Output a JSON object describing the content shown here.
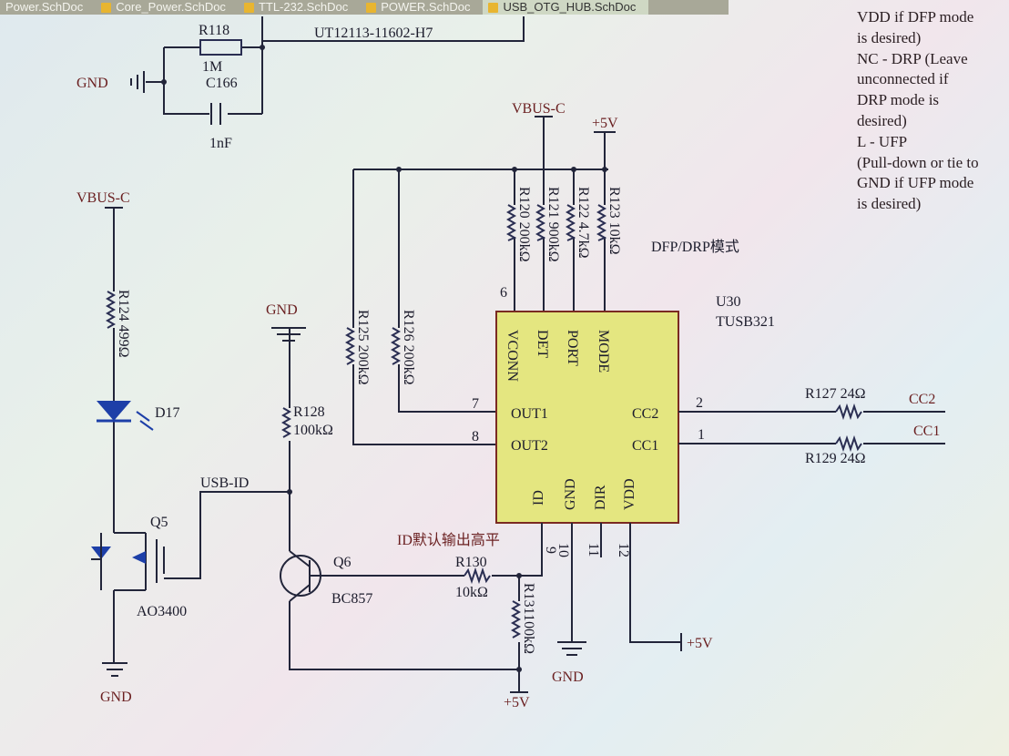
{
  "tabs": [
    {
      "label": "Power.SchDoc",
      "active": false
    },
    {
      "label": "Core_Power.SchDoc",
      "active": false
    },
    {
      "label": "TTL-232.SchDoc",
      "active": false
    },
    {
      "label": "POWER.SchDoc",
      "active": false
    },
    {
      "label": "USB_OTG_HUB.SchDoc",
      "active": true
    }
  ],
  "note": [
    "VDD if DFP mode",
    "is desired)",
    "NC - DRP (Leave",
    "unconnected if",
    "DRP mode is",
    "desired)",
    "L - UFP",
    "(Pull-down or tie to",
    "GND if UFP mode",
    "is desired)"
  ],
  "labels": {
    "r118": "R118",
    "r118_val": "1M",
    "c166": "C166",
    "c166_val": "1nF",
    "gnd_top": "GND",
    "connector": "UT12113-11602-H7",
    "vbus_left": "VBUS-C",
    "r124": "R124 499Ω",
    "d17": "D17",
    "q5": "Q5",
    "q5_part": "AO3400",
    "gnd_q5": "GND",
    "usb_id": "USB-ID",
    "gnd_r128": "GND",
    "r128": "R128",
    "r128_val": "100kΩ",
    "q6": "Q6",
    "q6_part": "BC857",
    "id_note": "ID默认输出高平",
    "r130": "R130",
    "r130_val": "10kΩ",
    "r131": "R131100kΩ",
    "p5v_bottom": "+5V",
    "r125": "R125 200kΩ",
    "r126": "R126 200kΩ",
    "vbus_top": "VBUS-C",
    "p5v_top": "+5V",
    "r120": "R120 200kΩ",
    "r121": "R121 900kΩ",
    "r122": "R122 4.7kΩ",
    "r123": "R123 10kΩ",
    "mode_note": "DFP/DRP模式",
    "u30": "U30",
    "u30_part": "TUSB321",
    "r127": "R127 24Ω",
    "r129": "R129 24Ω",
    "cc2": "CC2",
    "cc1": "CC1",
    "gnd_ic": "GND",
    "p5v_vdd": "+5V"
  },
  "ic_pins": {
    "vconn": "VCONN",
    "det": "DET",
    "port": "PORT",
    "mode": "MODE",
    "out1": "OUT1",
    "out2": "OUT2",
    "cc2": "CC2",
    "cc1": "CC1",
    "id": "ID",
    "gnd": "GND",
    "dir": "DIR",
    "vdd": "VDD"
  },
  "pin_numbers": {
    "vconn": "6",
    "out1": "7",
    "out2": "8",
    "cc2": "2",
    "cc1": "1",
    "id": "9",
    "gnd": "10",
    "dir": "11",
    "vdd": "12"
  },
  "colors": {
    "ic_fill": "#e4e680",
    "ic_border": "#7a2a22",
    "wire": "#22253a",
    "diode": "#1d3fa8"
  }
}
